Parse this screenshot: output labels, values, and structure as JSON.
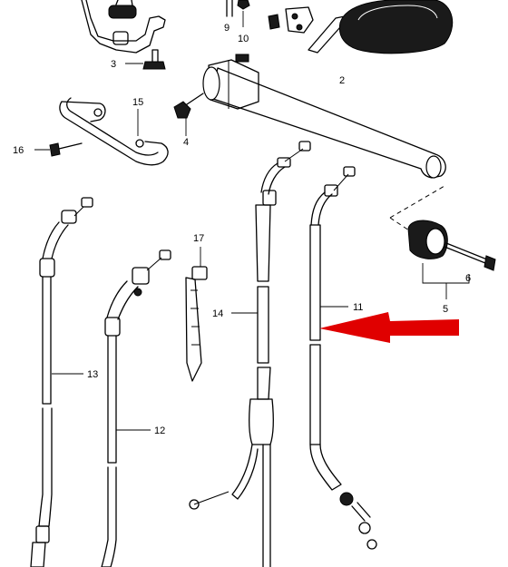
{
  "callouts": {
    "p2": "2",
    "p3": "3",
    "p4": "4",
    "p5": "5",
    "p6": "6",
    "p9": "9",
    "p10": "10",
    "p11": "11",
    "p12": "12",
    "p13": "13",
    "p14": "14",
    "p15": "15",
    "p16": "16",
    "p17": "17"
  },
  "colors": {
    "line": "#000000",
    "highlight_arrow": "#e00000",
    "background": "#ffffff"
  },
  "highlight": {
    "part": "11",
    "icon": "red-arrow-icon"
  }
}
